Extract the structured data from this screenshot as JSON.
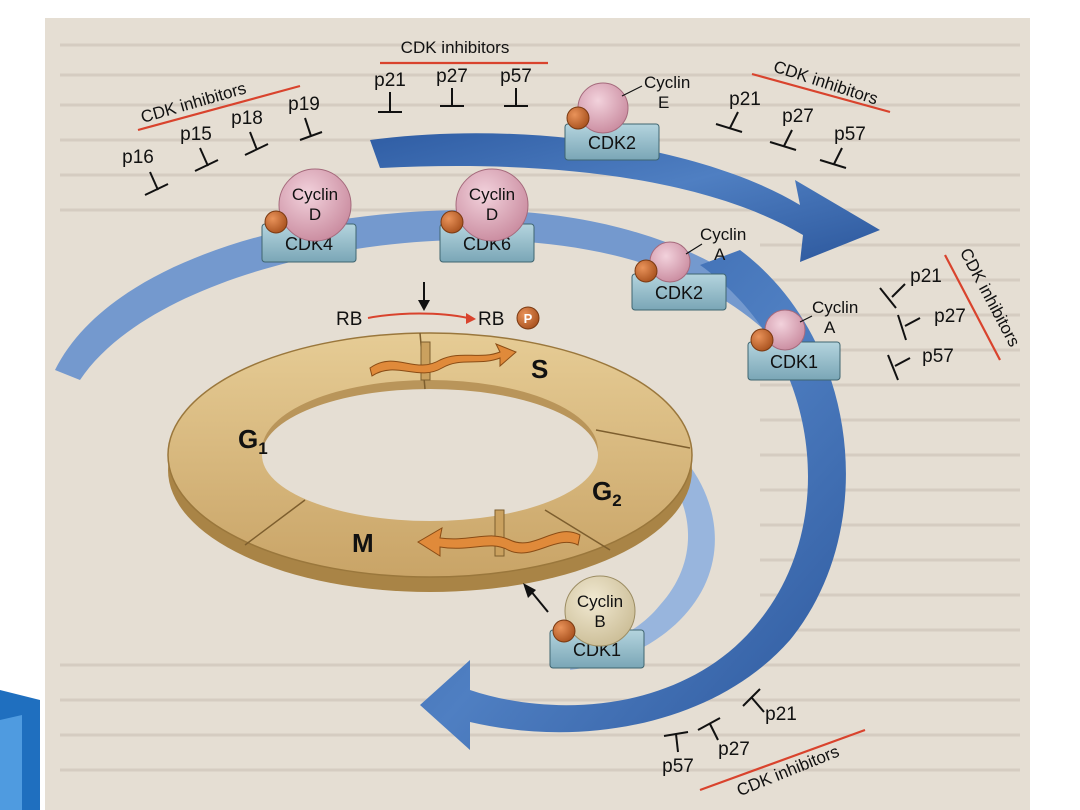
{
  "colors": {
    "page_bg": "#e5ded3",
    "page_text": "#a29a92",
    "arrow_blue": "#3f6cb2",
    "arrow_light": "#a9c2e6",
    "ring": "#d8b97e",
    "ring_dark": "#b48f52",
    "cyclin_pink": "#d9a3b4",
    "cyclin_b": "#e2d6b4",
    "cdk_teal": "#8fb8c6",
    "phosphate": "#c76a2f",
    "inhibitor_line": "#d9432d",
    "slide_accent": "#1f6fbf"
  },
  "inhibitor_groups": {
    "top": {
      "title": "CDK inhibitors",
      "items": [
        "p21",
        "p27",
        "p57"
      ]
    },
    "top_left": {
      "title": "CDK inhibitors",
      "items": [
        "p16",
        "p15",
        "p18",
        "p19"
      ]
    },
    "top_right": {
      "title": "CDK inhibitors",
      "items": [
        "p21",
        "p27",
        "p57"
      ]
    },
    "right": {
      "title": "CDK inhibitors",
      "items": [
        "p21",
        "p27",
        "p57"
      ]
    },
    "bottom": {
      "title": "CDK inhibitors",
      "items": [
        "p21",
        "p27",
        "p57"
      ]
    }
  },
  "complexes": {
    "cyclin_d_cdk4": {
      "cyclin": "Cyclin",
      "cyclin_letter": "D",
      "cdk": "CDK4"
    },
    "cyclin_d_cdk6": {
      "cyclin": "Cyclin",
      "cyclin_letter": "D",
      "cdk": "CDK6"
    },
    "cyclin_e_cdk2": {
      "cyclin": "Cyclin",
      "cyclin_letter": "E",
      "cdk": "CDK2"
    },
    "cyclin_a_cdk2": {
      "cyclin": "Cyclin",
      "cyclin_letter": "A",
      "cdk": "CDK2"
    },
    "cyclin_a_cdk1": {
      "cyclin": "Cyclin",
      "cyclin_letter": "A",
      "cdk": "CDK1"
    },
    "cyclin_b_cdk1": {
      "cyclin": "Cyclin",
      "cyclin_letter": "B",
      "cdk": "CDK1"
    }
  },
  "rb": {
    "unphosphorylated": "RB",
    "phosphorylated": "RB",
    "phosphate": "P"
  },
  "phases": {
    "g1": "G",
    "g1_sub": "1",
    "s": "S",
    "g2": "G",
    "g2_sub": "2",
    "m": "M"
  }
}
